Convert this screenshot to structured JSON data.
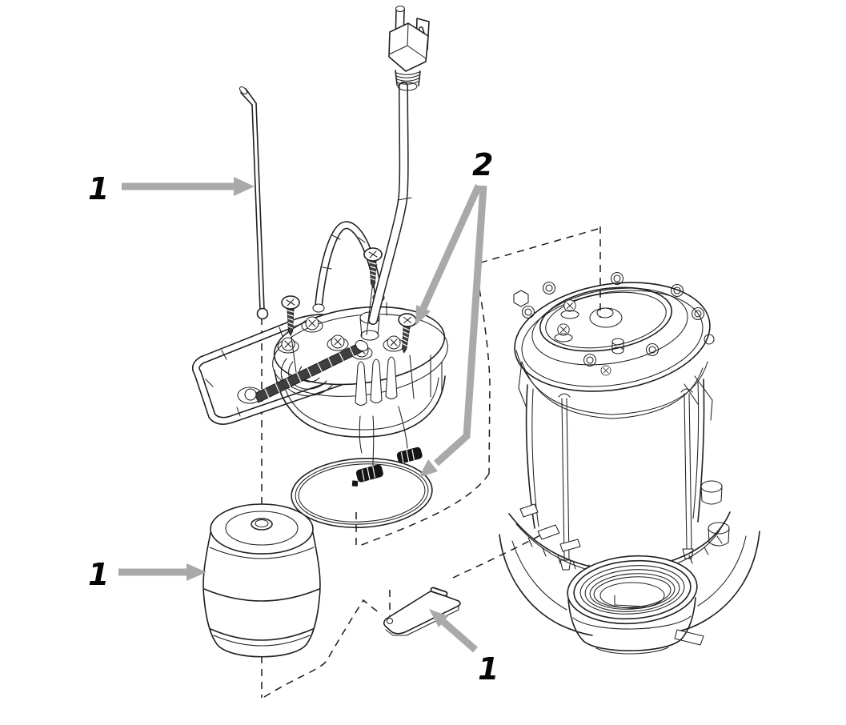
{
  "figure": {
    "type": "exploded-parts-diagram",
    "subject": "submersible sump pump vertical float switch assembly",
    "background_color": "#ffffff",
    "line_color": "#231f20",
    "arrow_color": "#a9a9a9",
    "label_color": "#050505"
  },
  "callouts": [
    {
      "label": "1",
      "target": "float-rod"
    },
    {
      "label": "2",
      "target": "mounting-screws-and-cable-clips"
    },
    {
      "label": "1",
      "target": "float"
    },
    {
      "label": "1",
      "target": "float-rod-bracket"
    }
  ],
  "parts": [
    {
      "name": "power-plug",
      "description": "three-prong grounded power plug"
    },
    {
      "name": "power-cord",
      "description": "power cord from plug into switch cover"
    },
    {
      "name": "float-rod",
      "description": "vertical float rod with bent tip and ball stop"
    },
    {
      "name": "switch-cover-assembly",
      "description": "pump cover and switch housing with carry handle and lever"
    },
    {
      "name": "mounting-screws",
      "description": "three self-tapping mounting screws"
    },
    {
      "name": "cover-o-ring",
      "description": "cover sealing o-ring"
    },
    {
      "name": "cable-clips",
      "description": "two black wire clips on leads"
    },
    {
      "name": "float",
      "description": "barrel-shaped float"
    },
    {
      "name": "float-rod-bracket",
      "description": "flat float rod guide bracket with slot and hole"
    },
    {
      "name": "pump-housing",
      "description": "pump motor housing with open top flange and threaded discharge outlet"
    }
  ]
}
